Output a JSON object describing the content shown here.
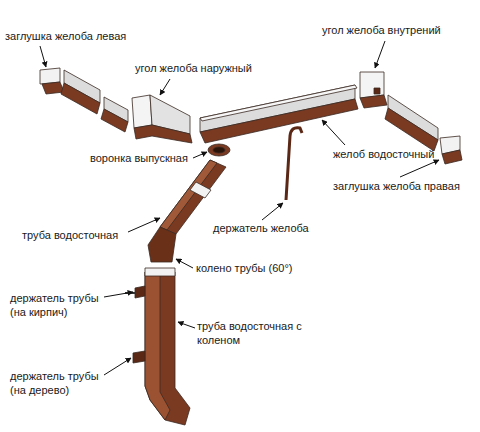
{
  "diagram": {
    "labels": [
      "заглушка желоба левая",
      "угол желоба внутрений",
      "угол желоба наружный",
      "воронка выпускная",
      "желоб водосточный",
      "держатель желоба",
      "заглушка желоба правая",
      "труба водосточная",
      "колено трубы (60°)",
      "держатель трубы (на кирпич)",
      "труба водосточная с коленом",
      "держатель трубы (на дерево)"
    ]
  }
}
